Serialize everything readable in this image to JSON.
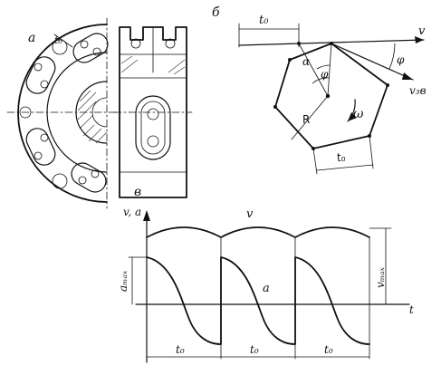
{
  "panels": {
    "a": {
      "label": "а",
      "pitch": "t₀"
    },
    "b": {
      "label": "б",
      "pitch_top": "t₀",
      "pitch_bottom": "t₀",
      "velocity": "v",
      "velocity_sprocket": "v₃в",
      "radius": "R",
      "angle_alpha": "α",
      "angle_phi_left": "φ",
      "angle_phi_right": "φ",
      "angular_velocity": "ω"
    },
    "c": {
      "label": "в",
      "axis_y": "v, a",
      "axis_x": "t",
      "curve_velocity": "v",
      "curve_acceleration": "a",
      "acc_max": "aₘₐₓ",
      "vel_max": "vₘₐₓ",
      "period_1": "t₀",
      "period_2": "t₀",
      "period_3": "t₀"
    }
  }
}
